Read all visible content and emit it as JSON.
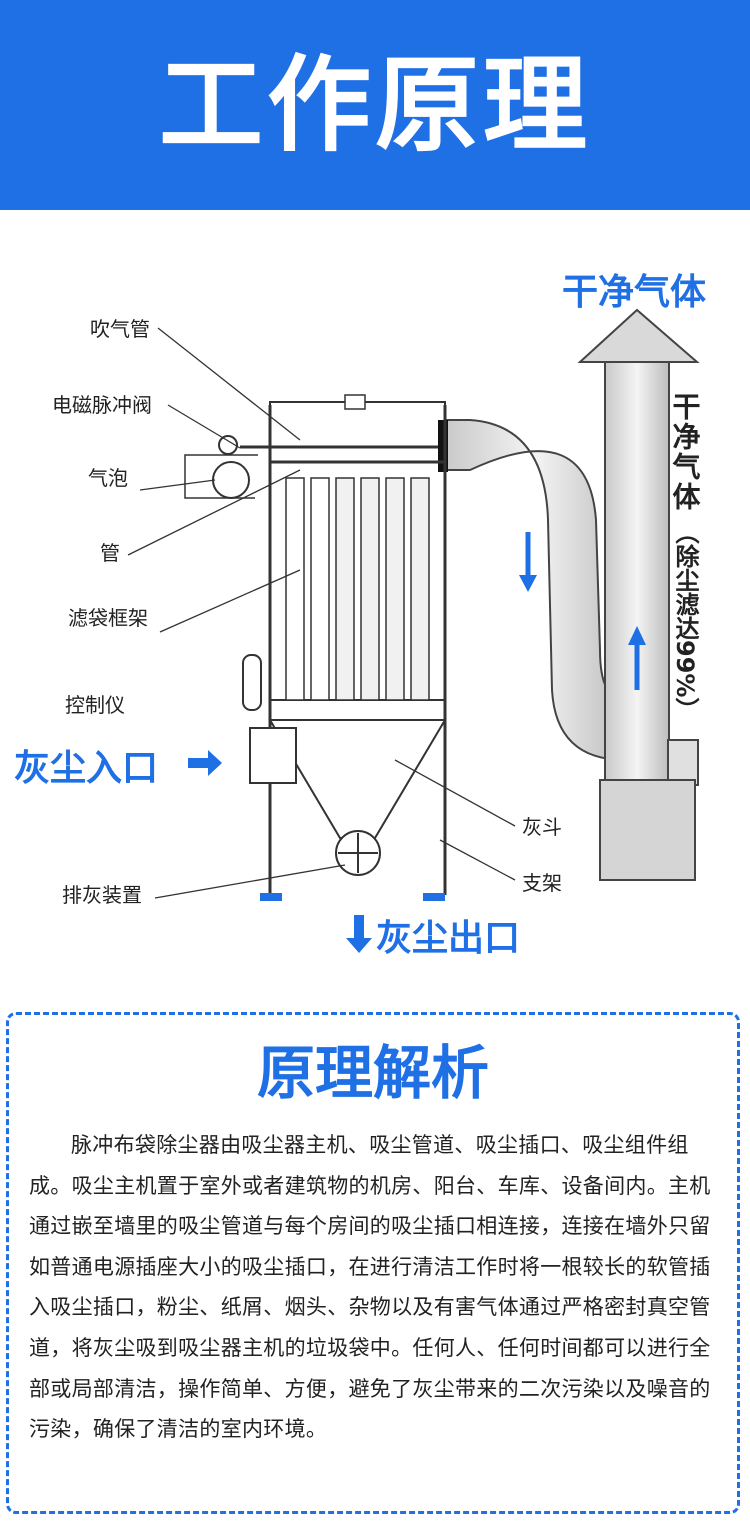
{
  "header": {
    "title": "工作原理"
  },
  "diagram": {
    "labels": {
      "blow_pipe": "吹气管",
      "pulse_valve": "电磁脉冲阀",
      "air_bubble": "气泡",
      "pipe": "管",
      "filter_frame": "滤袋框架",
      "controller": "控制仪",
      "dust_inlet": "灰尘入口",
      "ash_hopper": "灰斗",
      "support": "支架",
      "ash_discharge": "排灰装置",
      "dust_outlet": "灰尘出口",
      "clean_gas_top": "干净气体",
      "clean_gas_vertical": "干净气体",
      "efficiency_note": "（除尘滤达99%）"
    }
  },
  "analysis": {
    "title": "原理解析",
    "text": "脉冲布袋除尘器由吸尘器主机、吸尘管道、吸尘插口、吸尘组件组成。吸尘主机置于室外或者建筑物的机房、阳台、车库、设备间内。主机通过嵌至墙里的吸尘管道与每个房间的吸尘插口相连接，连接在墙外只留如普通电源插座大小的吸尘插口，在进行清洁工作时将一根较长的软管插入吸尘插口，粉尘、纸屑、烟头、杂物以及有害气体通过严格密封真空管道，将灰尘吸到吸尘器主机的垃圾袋中。任何人、任何时间都可以进行全部或局部清洁，操作简单、方便，避免了灰尘带来的二次污染以及噪音的污染，确保了清洁的室内环境。"
  },
  "colors": {
    "accent": "#1f6fe5",
    "line": "#333333",
    "pipe_fill": "#e6e6e6"
  }
}
